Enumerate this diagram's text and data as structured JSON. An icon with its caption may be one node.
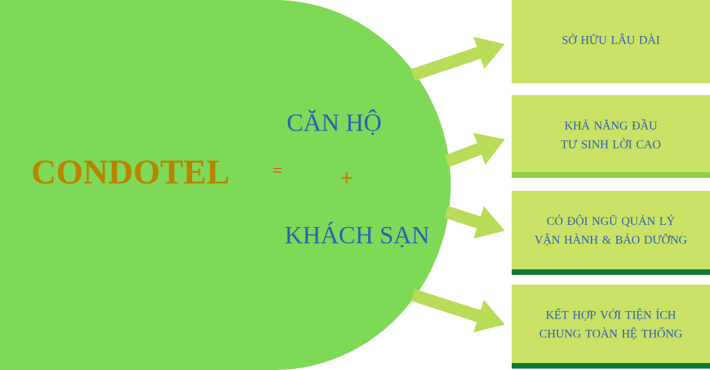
{
  "diagram": {
    "nodes": [
      {
        "text": [
          "CONDOTEL",
          "=",
          "CĂN HỘ",
          "+",
          "KHÁCH SẠN"
        ]
      },
      {
        "text": [
          "SỞ HỮU LÂU DÀI"
        ]
      },
      {
        "text": [
          "KHẢ NĂNG ĐẦU TƯ SINH LỜI CAO"
        ]
      },
      {
        "text": [
          "CÓ ĐỘI NGŨ QUẢN LÝ VẬN HÀNH & BẢO DƯỠNG"
        ]
      },
      {
        "text": [
          "KẾT HỢP VỚI TIỆN ÍCH CHUNG TOÀN HỆ THỐNG"
        ]
      }
    ],
    "edges": [
      {
        "from": 0,
        "to": 1,
        "arrow": "to"
      },
      {
        "from": 0,
        "to": 2,
        "arrow": "to"
      },
      {
        "from": 0,
        "to": 3,
        "arrow": "to"
      },
      {
        "from": 0,
        "to": 4,
        "arrow": "to"
      }
    ]
  }
}
